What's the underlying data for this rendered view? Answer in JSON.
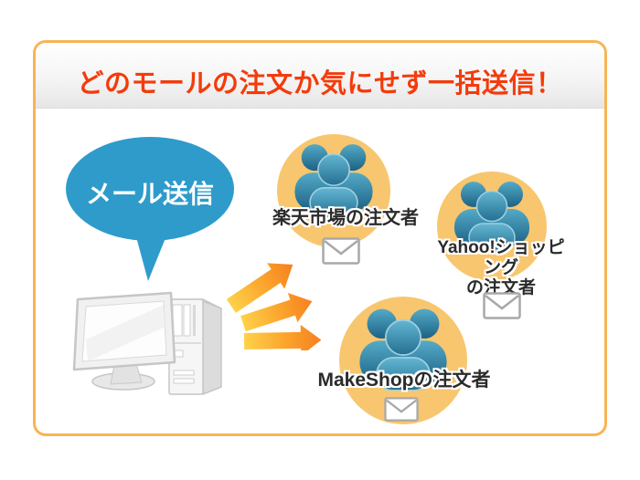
{
  "header": {
    "title": "どのモールの注文か気にせず一括送信！"
  },
  "bubble": {
    "label": "メール送信"
  },
  "groups": [
    {
      "id": "rakuten",
      "label": "楽天市場の注文者"
    },
    {
      "id": "yahoo",
      "label": "Yahoo!ショッピング\nの注文者"
    },
    {
      "id": "makeshop",
      "label": "MakeShopの注文者"
    }
  ],
  "icons": {
    "sender": "desktop-pc-icon",
    "bubble": "speech-bubble",
    "flow": "flow-arrow-icon",
    "group": "people-group-icon",
    "mail": "envelope-icon"
  },
  "colors": {
    "frame_border": "#f8b454",
    "header_text": "#f43b0c",
    "bubble_fill": "#2e9bcb",
    "circle_fill": "#f8c66e",
    "arrow_yellow": "#ffd24a",
    "arrow_orange": "#f57f1e",
    "people_blue_top": "#4ea4c2",
    "people_blue_bottom": "#1d6285",
    "label_text": "#2b2b2b"
  }
}
